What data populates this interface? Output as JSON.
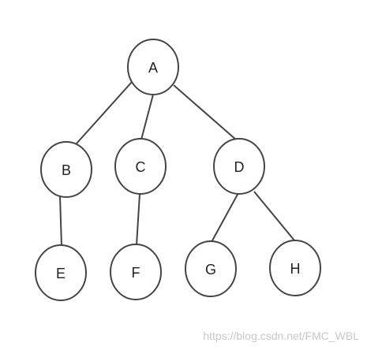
{
  "diagram": {
    "nodes": [
      {
        "id": "A",
        "label": "A"
      },
      {
        "id": "B",
        "label": "B"
      },
      {
        "id": "C",
        "label": "C"
      },
      {
        "id": "D",
        "label": "D"
      },
      {
        "id": "E",
        "label": "E"
      },
      {
        "id": "F",
        "label": "F"
      },
      {
        "id": "G",
        "label": "G"
      },
      {
        "id": "H",
        "label": "H"
      }
    ],
    "edges": [
      {
        "from": "A",
        "to": "B"
      },
      {
        "from": "A",
        "to": "C"
      },
      {
        "from": "A",
        "to": "D"
      },
      {
        "from": "B",
        "to": "E"
      },
      {
        "from": "C",
        "to": "F"
      },
      {
        "from": "D",
        "to": "G"
      },
      {
        "from": "D",
        "to": "H"
      }
    ]
  },
  "watermark": "https://blog.csdn.net/FMC_WBL",
  "colors": {
    "stroke": "#444444",
    "fill": "#ffffff",
    "text": "#222222",
    "watermark": "#c8c8c8"
  }
}
